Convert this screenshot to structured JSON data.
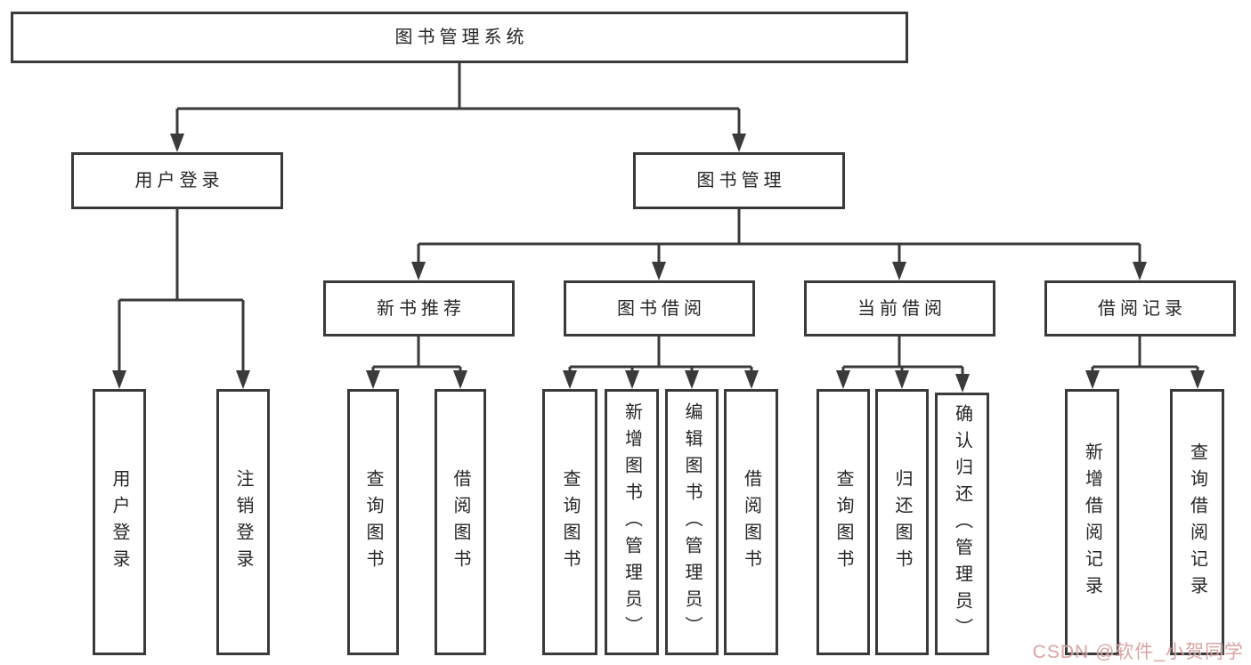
{
  "diagram": {
    "title": "图书管理系统",
    "tree": {
      "label": "图书管理系统",
      "children": [
        {
          "label": "用户登录",
          "children": [
            {
              "label": "用户登录"
            },
            {
              "label": "注销登录"
            }
          ]
        },
        {
          "label": "图书管理",
          "children": [
            {
              "label": "新书推荐",
              "children": [
                {
                  "label": "查询图书"
                },
                {
                  "label": "借阅图书"
                }
              ]
            },
            {
              "label": "图书借阅",
              "children": [
                {
                  "label": "查询图书"
                },
                {
                  "label": "新增图书（管理员）"
                },
                {
                  "label": "编辑图书（管理员）"
                },
                {
                  "label": "借阅图书"
                }
              ]
            },
            {
              "label": "当前借阅",
              "children": [
                {
                  "label": "查询图书"
                },
                {
                  "label": "归还图书"
                },
                {
                  "label": "确认归还（管理员）"
                }
              ]
            },
            {
              "label": "借阅记录",
              "children": [
                {
                  "label": "新增借阅记录"
                },
                {
                  "label": "查询借阅记录"
                }
              ]
            }
          ]
        }
      ]
    },
    "colors": {
      "background": "#ffffff",
      "line": "#3a3a3a",
      "box_border": "#3a3a3a",
      "text": "#262626",
      "watermark": "#d49494"
    }
  },
  "watermark": {
    "text": "CSDN @软件_小贺同学"
  }
}
